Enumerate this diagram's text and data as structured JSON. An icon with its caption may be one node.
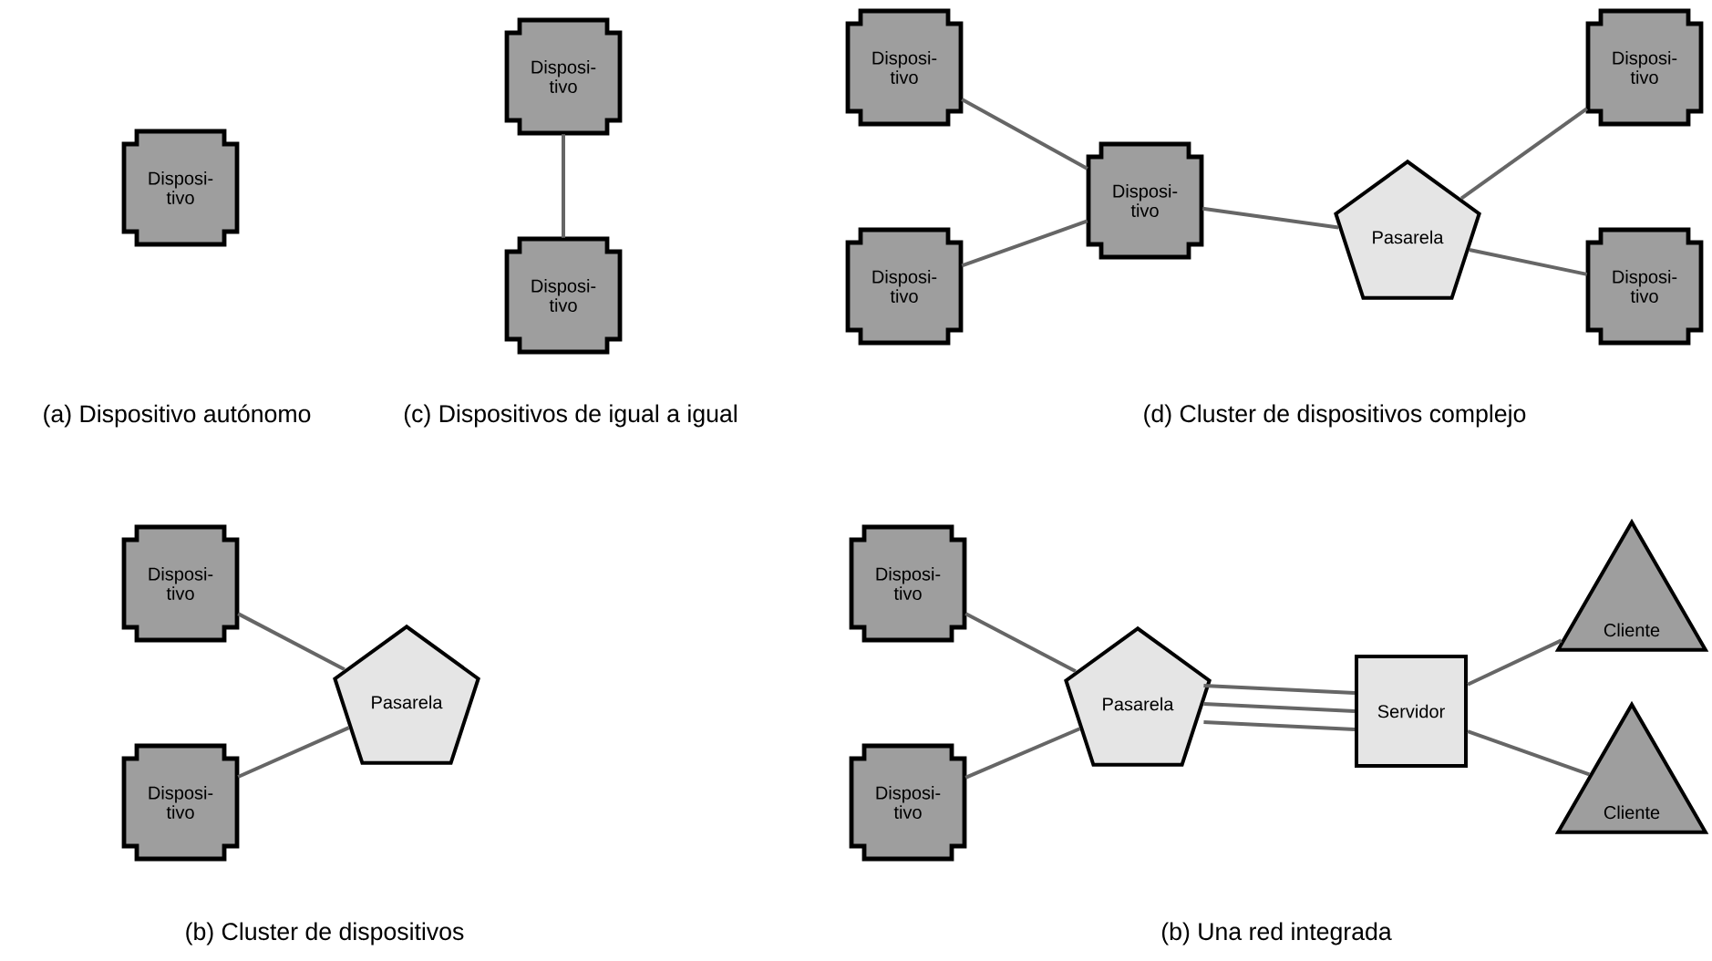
{
  "diagram": {
    "nodes": [
      {
        "text": [
          "Disposi- tivo"
        ]
      },
      {
        "text": [
          "Disposi- tivo"
        ]
      },
      {
        "text": [
          "Disposi- tivo"
        ]
      },
      {
        "text": [
          "Disposi- tivo"
        ]
      },
      {
        "text": [
          "Disposi- tivo"
        ]
      },
      {
        "text": [
          "Disposi- tivo"
        ]
      },
      {
        "text": [
          "Pasarela"
        ]
      },
      {
        "text": [
          "Disposi- tivo"
        ]
      },
      {
        "text": [
          "Disposi- tivo"
        ]
      },
      {
        "text": [
          "Disposi- tivo"
        ]
      },
      {
        "text": [
          "Disposi- tivo"
        ]
      },
      {
        "text": [
          "Pasarela"
        ]
      },
      {
        "text": [
          "Disposi- tivo"
        ]
      },
      {
        "text": [
          "Disposi- tivo"
        ]
      },
      {
        "text": [
          "Pasarela"
        ]
      },
      {
        "text": [
          "Servidor"
        ]
      },
      {
        "text": [
          "Cliente"
        ]
      },
      {
        "text": [
          "Cliente"
        ]
      }
    ],
    "edges": [
      {
        "from": 1,
        "to": 2,
        "arrow": "none"
      },
      {
        "from": 3,
        "to": 5,
        "arrow": "none"
      },
      {
        "from": 4,
        "to": 5,
        "arrow": "none"
      },
      {
        "from": 5,
        "to": 6,
        "arrow": "none"
      },
      {
        "from": 6,
        "to": 7,
        "arrow": "none"
      },
      {
        "from": 6,
        "to": 8,
        "arrow": "none"
      },
      {
        "from": 9,
        "to": 11,
        "arrow": "none"
      },
      {
        "from": 10,
        "to": 11,
        "arrow": "none"
      },
      {
        "from": 12,
        "to": 14,
        "arrow": "none"
      },
      {
        "from": 13,
        "to": 14,
        "arrow": "none"
      },
      {
        "from": 14,
        "to": 15,
        "arrow": "none"
      },
      {
        "from": 14,
        "to": 15,
        "arrow": "none"
      },
      {
        "from": 14,
        "to": 15,
        "arrow": "none"
      },
      {
        "from": 15,
        "to": 16,
        "arrow": "none"
      },
      {
        "from": 15,
        "to": 17,
        "arrow": "none"
      }
    ],
    "labels": [
      "(a) Dispositivo autónomo",
      "(c) Dispositivos de igual a igual",
      "(d) Cluster de dispositivos complejo",
      "(b) Cluster de dispositivos",
      "(b) Una red integrada"
    ]
  }
}
